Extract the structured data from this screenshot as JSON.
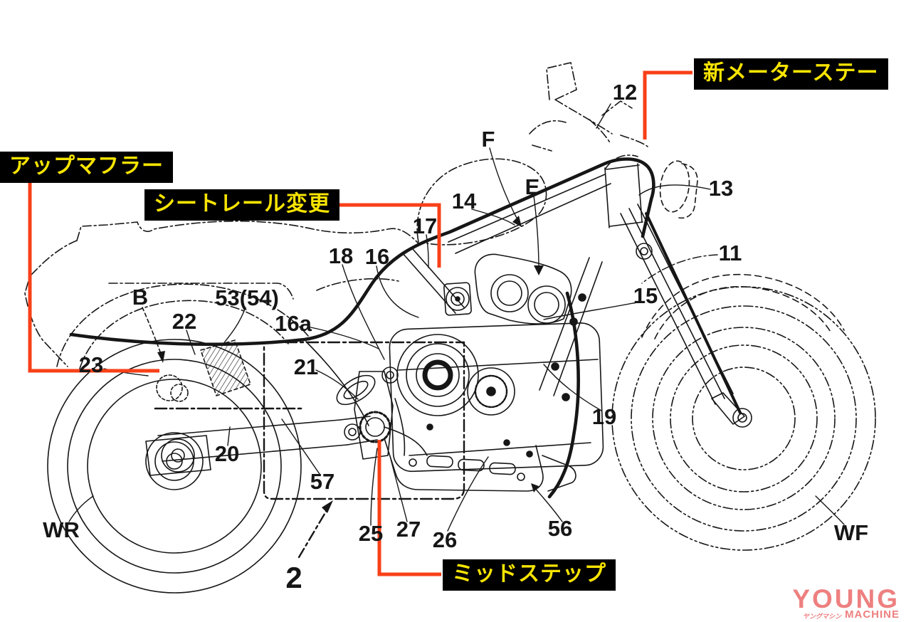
{
  "figure": {
    "type": "patent-line-drawing",
    "subject": "motorcycle side view",
    "figure_number": "2"
  },
  "colors": {
    "background": "#ffffff",
    "line_art": "#161616",
    "callout_bg": "#000000",
    "callout_text": "#f7e400",
    "leader_red": "#f84018",
    "logo_pink": "#ee8080"
  },
  "callouts": [
    {
      "id": "new-meter-stay",
      "text": "新メーターステー"
    },
    {
      "id": "up-muffler",
      "text": "アップマフラー"
    },
    {
      "id": "seat-rail-change",
      "text": "シートレール変更"
    },
    {
      "id": "mid-step",
      "text": "ミッドステップ"
    }
  ],
  "part_labels": [
    {
      "text": "12"
    },
    {
      "text": "F"
    },
    {
      "text": "E"
    },
    {
      "text": "14"
    },
    {
      "text": "13"
    },
    {
      "text": "17"
    },
    {
      "text": "18"
    },
    {
      "text": "16"
    },
    {
      "text": "11"
    },
    {
      "text": "15"
    },
    {
      "text": "16a"
    },
    {
      "text": "B"
    },
    {
      "text": "53(54)"
    },
    {
      "text": "22"
    },
    {
      "text": "23"
    },
    {
      "text": "21"
    },
    {
      "text": "19"
    },
    {
      "text": "20"
    },
    {
      "text": "57"
    },
    {
      "text": "25"
    },
    {
      "text": "27"
    },
    {
      "text": "26"
    },
    {
      "text": "56"
    },
    {
      "text": "2"
    },
    {
      "text": "WR"
    },
    {
      "text": "WF"
    }
  ],
  "watermark": {
    "line1": "YOUNG",
    "line2_prefix": "ヤングマシン",
    "line2": "MACHINE"
  }
}
